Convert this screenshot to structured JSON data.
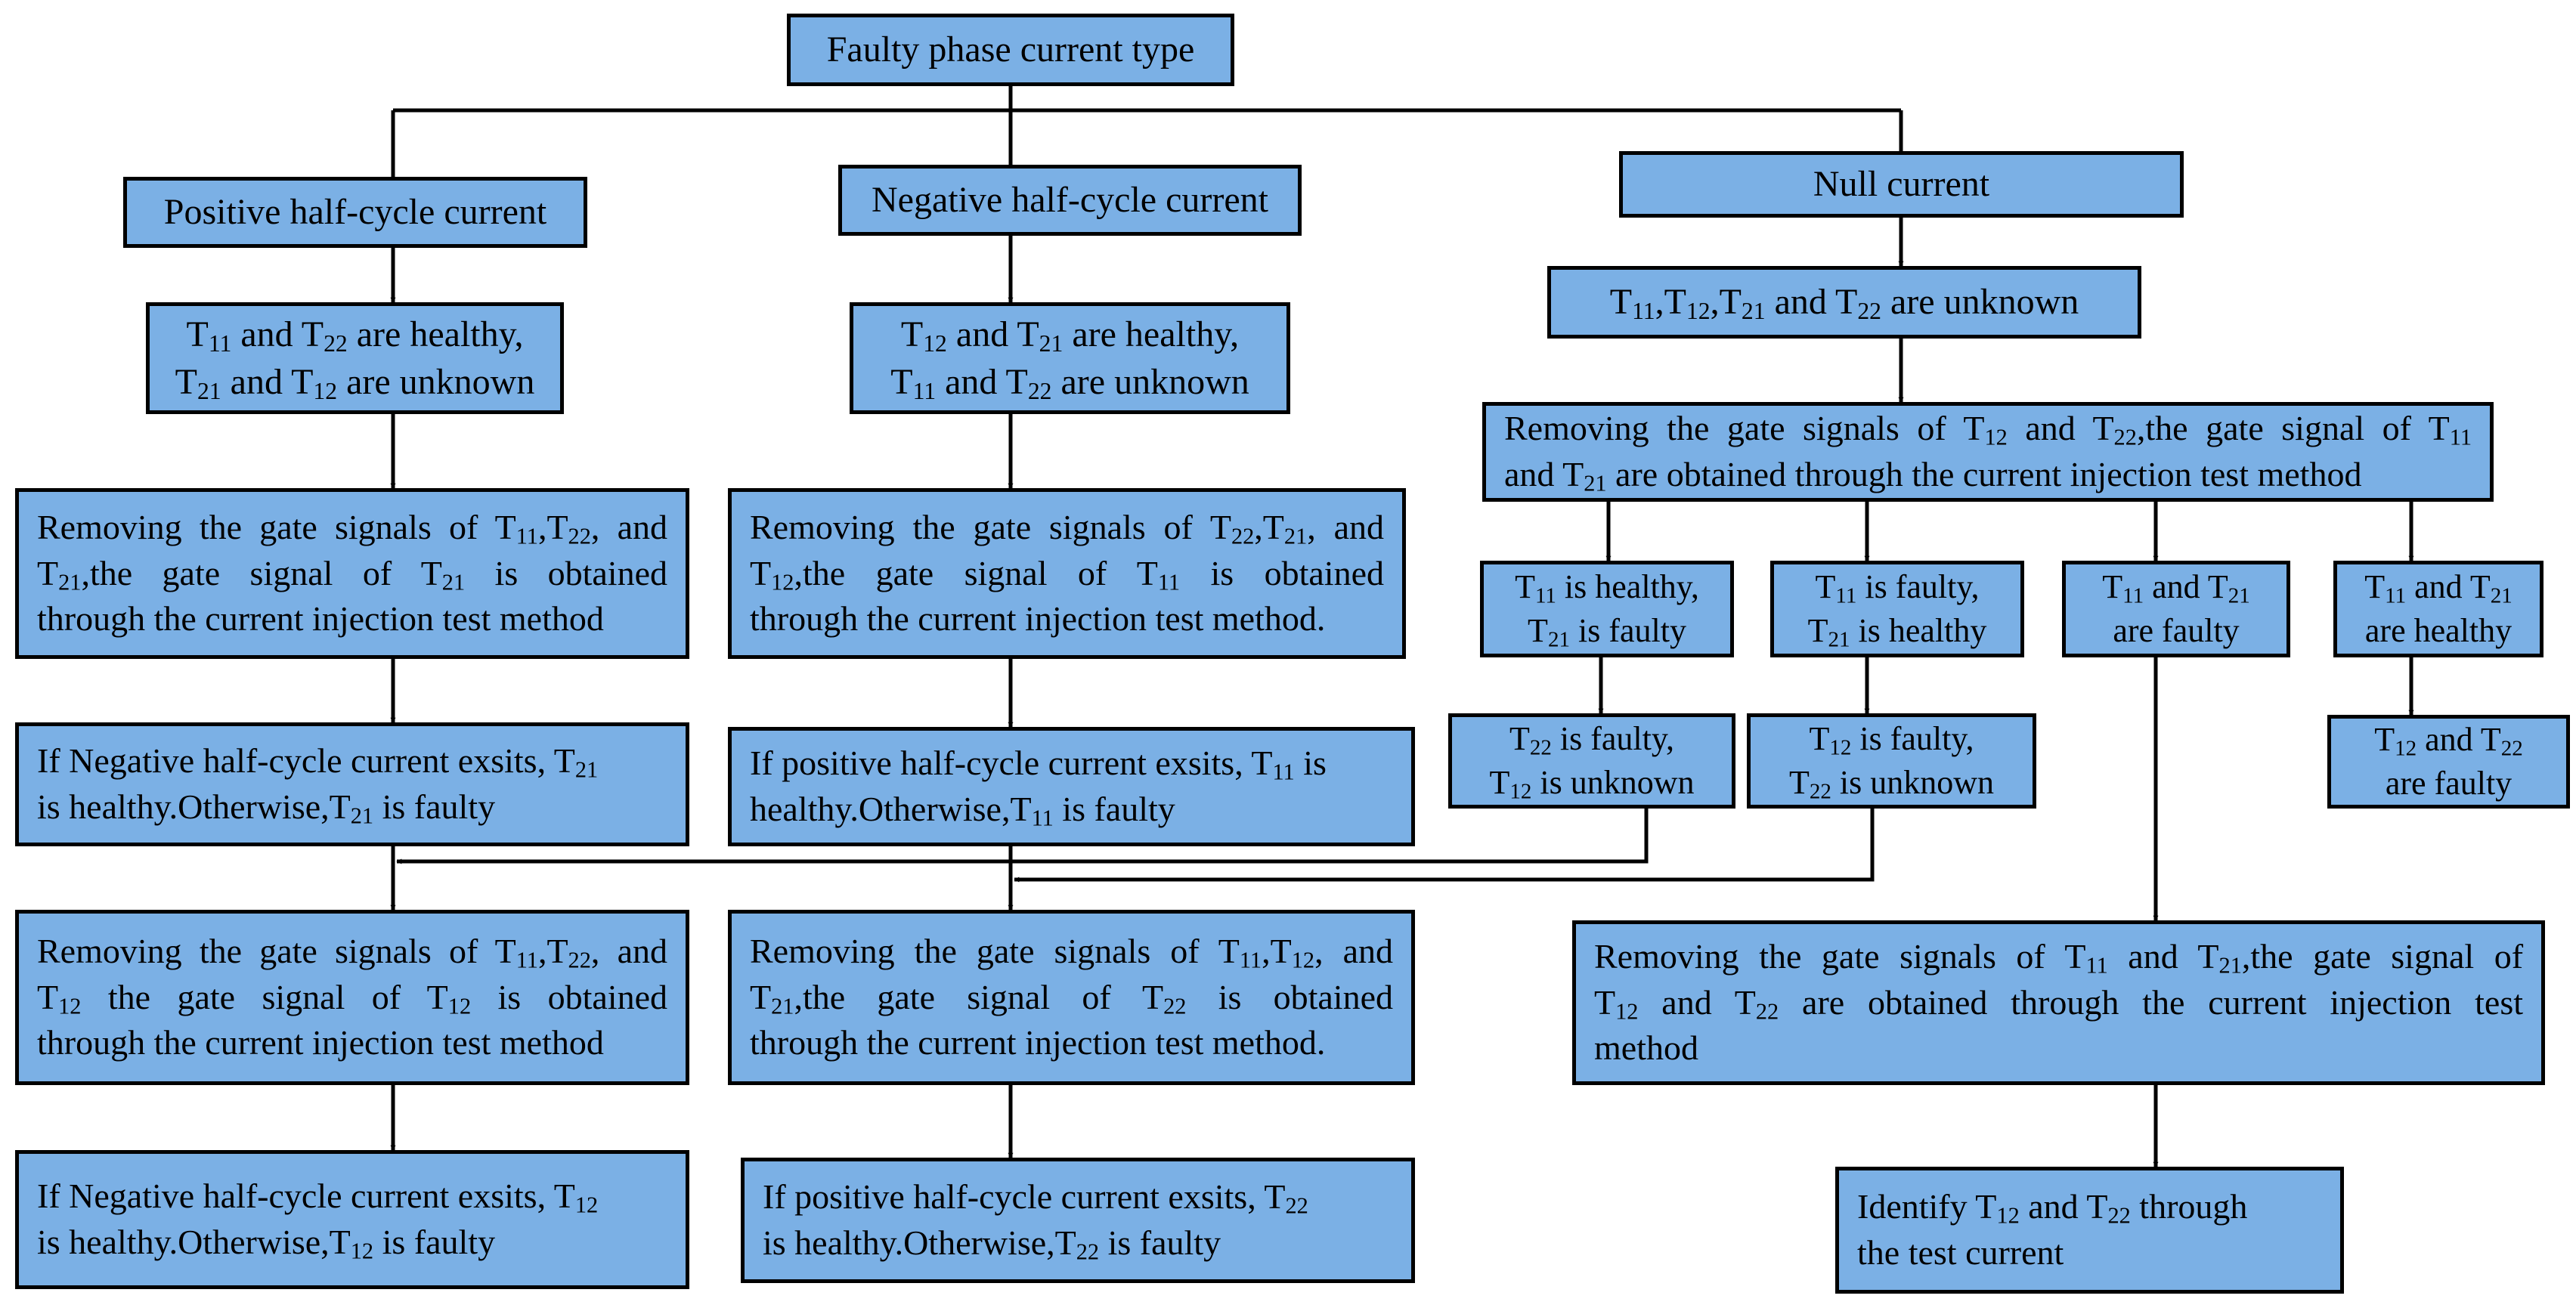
{
  "root": [
    "Faulty phase current type"
  ],
  "positive": {
    "title": [
      "Positive half-cycle current"
    ],
    "status": [
      "T{11} and T{22} are healthy,",
      "T{21} and T{12} are unknown"
    ],
    "step1": [
      "Removing the gate signals of T{11},T{22}, and",
      "T{21},the gate signal of T{21} is obtained",
      "through the current injection test method"
    ],
    "test1": [
      "If  Negative half-cycle current exsits, T{21}",
      "is healthy.Otherwise,T{21} is faulty"
    ],
    "step2": [
      "Removing the gate signals of T{11},T{22}, and",
      "T{12} the gate signal of T{12} is obtained",
      "through the current injection test method"
    ],
    "test2": [
      "If  Negative half-cycle current exsits, T{12}",
      "is healthy.Otherwise,T{12} is faulty"
    ]
  },
  "negative": {
    "title": [
      "Negative half-cycle current"
    ],
    "status": [
      "T{12} and T{21} are healthy,",
      "T{11} and T{22} are unknown"
    ],
    "step1": [
      "Removing the gate signals of T{22},T{21}, and",
      "T{12},the gate signal of T{11} is obtained",
      "through the current injection test method."
    ],
    "test1": [
      "If  positive half-cycle current exsits, T{11} is",
      "healthy.Otherwise,T{11} is faulty"
    ],
    "step2": [
      "Removing the gate signals of T{11},T{12}, and",
      "T{21},the gate signal of T{22} is obtained",
      "through the current injection test method."
    ],
    "test2": [
      "If  positive half-cycle current exsits, T{22}",
      "is healthy.Otherwise,T{22} is faulty"
    ]
  },
  "null": {
    "title": [
      "Null current"
    ],
    "status": [
      "T{11},T{12},T{21} and T{22} are unknown"
    ],
    "step1": [
      "Removing the gate signals of T{12} and T{22},the gate signal of T{11}",
      "and T{21} are obtained through the current injection test method"
    ],
    "outcome1": [
      "T{11} is healthy,",
      "T{21} is faulty"
    ],
    "outcome2": [
      "T{11} is faulty,",
      "T{21} is healthy"
    ],
    "outcome3": [
      "T{11} and T{21}",
      "are faulty"
    ],
    "outcome4": [
      "T{11} and T{21}",
      "are healthy"
    ],
    "result1": [
      "T{22} is faulty,",
      "T{12} is unknown"
    ],
    "result2": [
      "T{12} is faulty,",
      "T{22} is unknown"
    ],
    "result4": [
      "T{12} and T{22}",
      "are faulty"
    ],
    "step2": [
      "Removing the gate signals of T{11} and T{21},the gate signal of",
      "T{12} and T{22} are obtained through the current injection test",
      "method"
    ],
    "identify": [
      "Identify T{12} and T{22} through",
      "the test current"
    ]
  }
}
